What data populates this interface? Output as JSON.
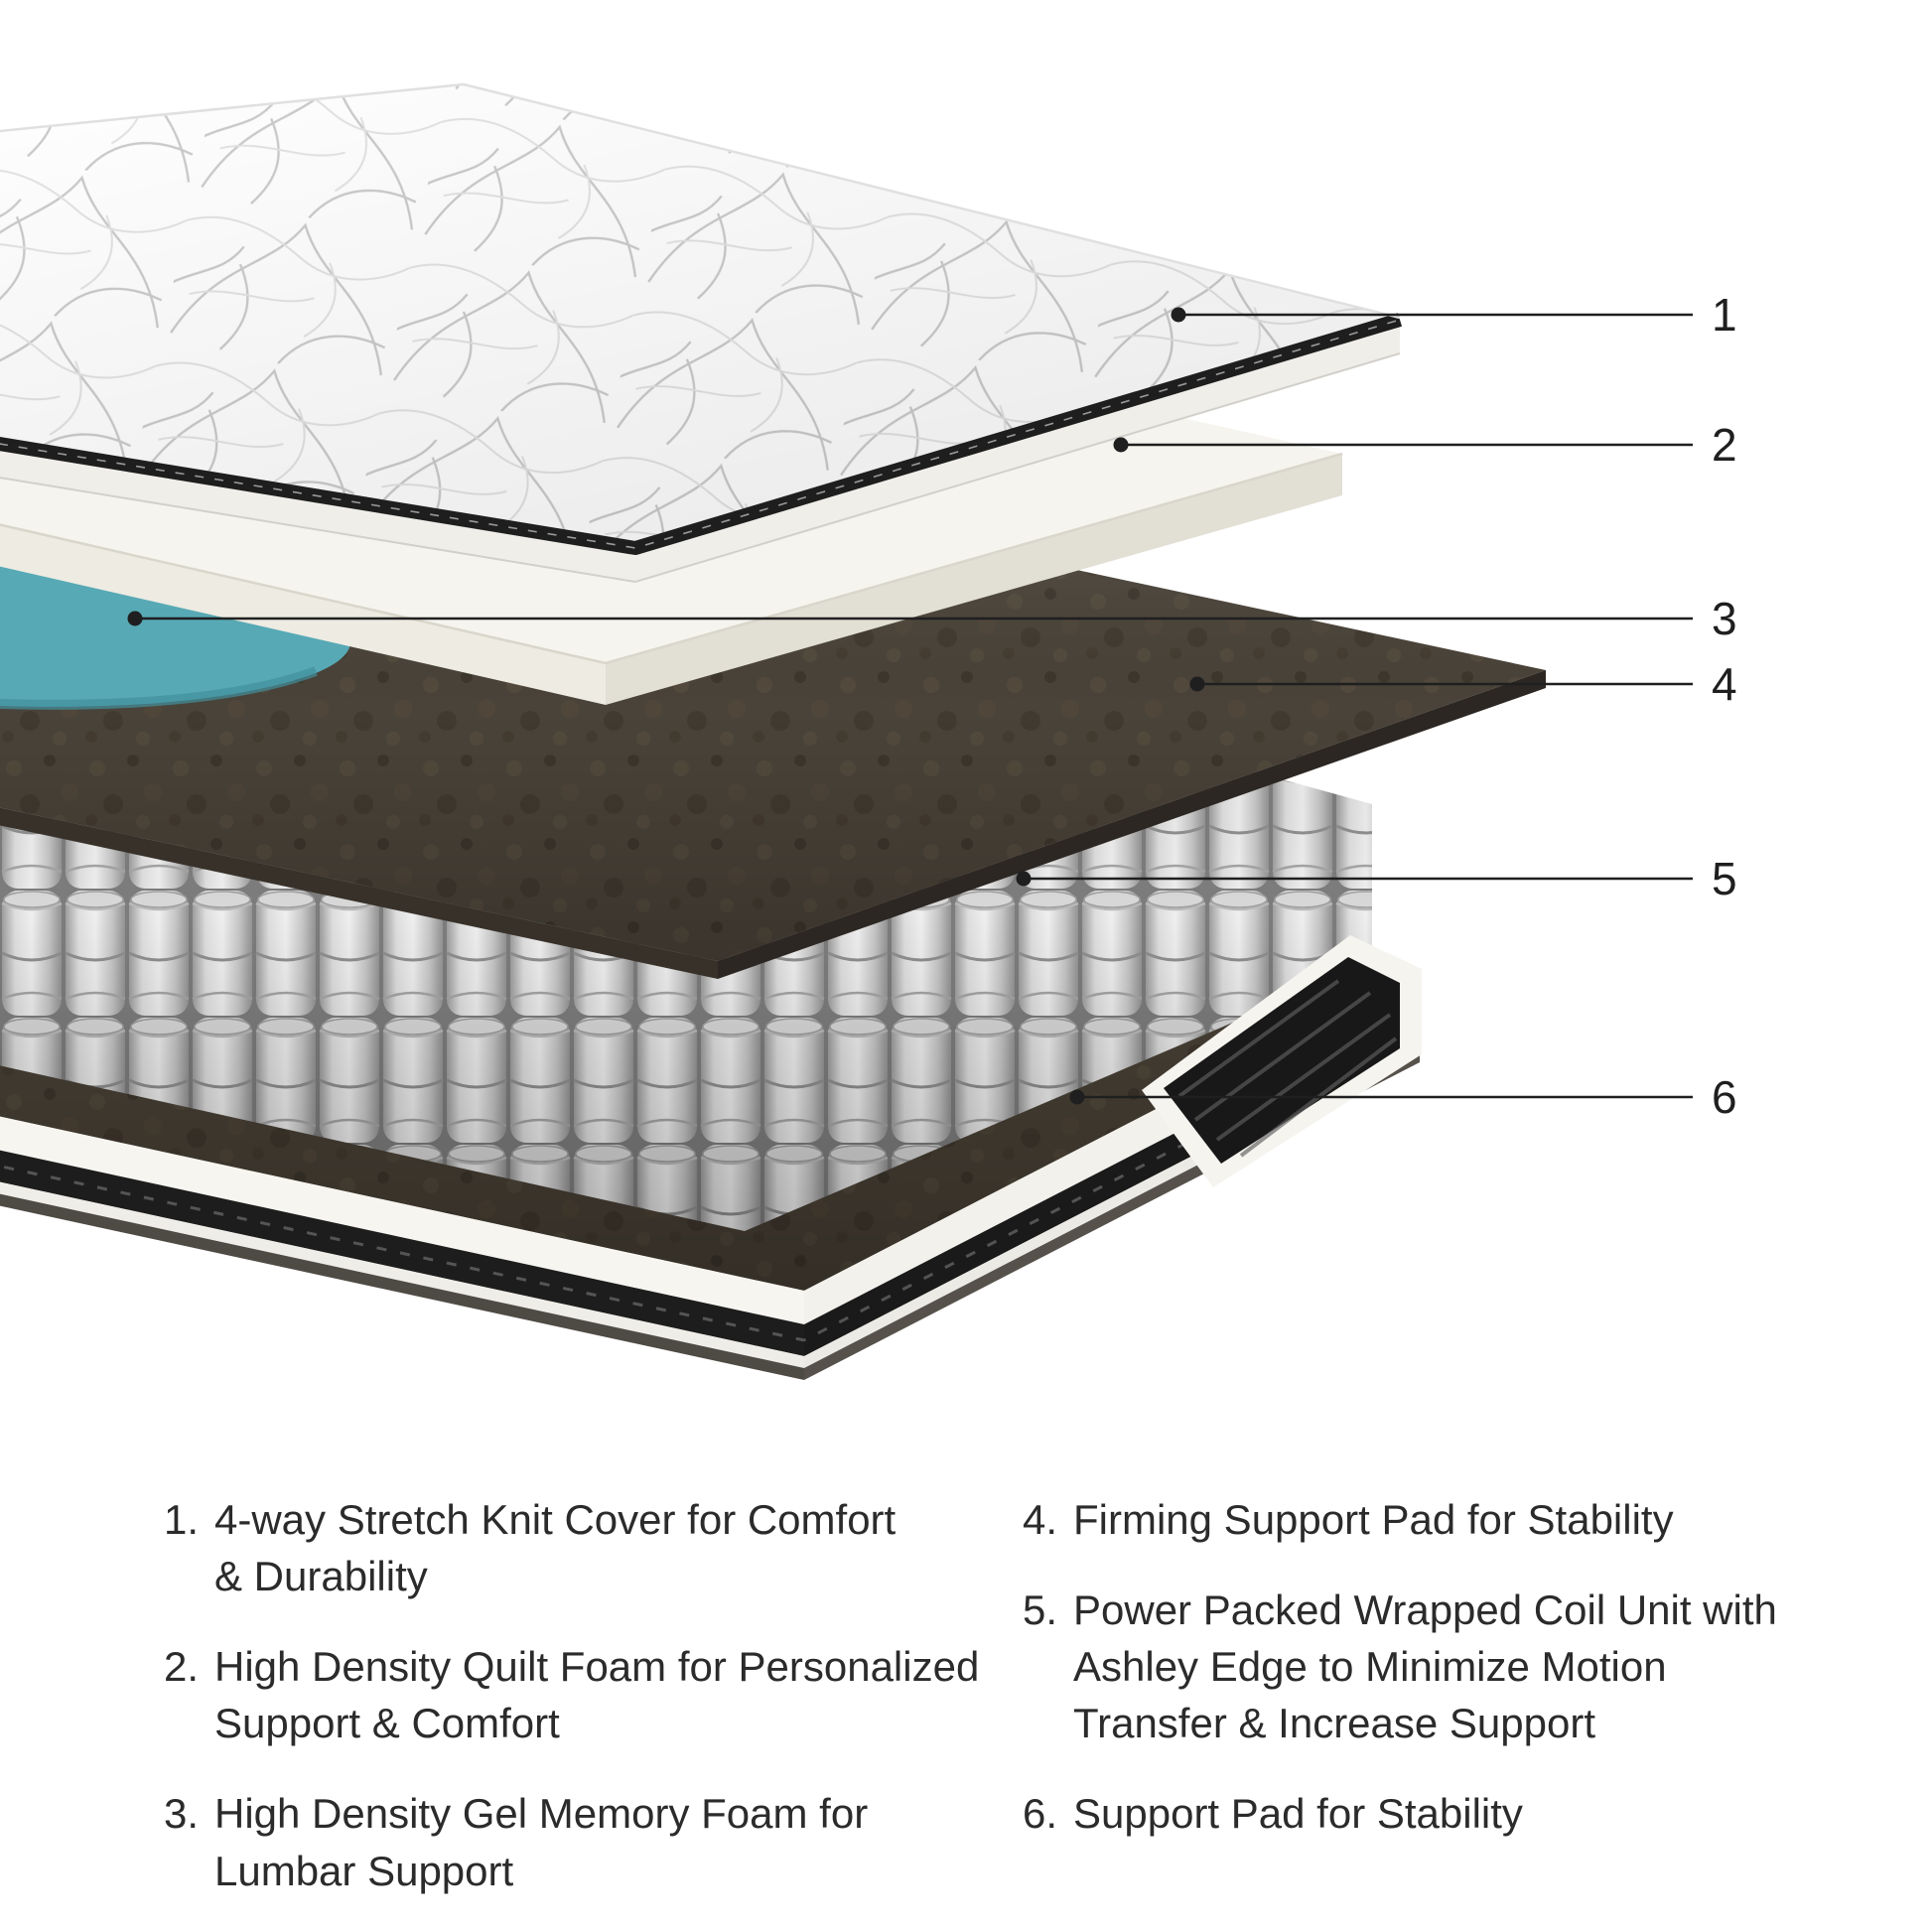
{
  "title": "Mattress exploded-layer diagram",
  "colors": {
    "background": "#ffffff",
    "callout_line": "#1f1f1f",
    "legend_text": "#2b2b2b",
    "knit_cover": "#ffffff",
    "quilt_foam": "#f6f4ee",
    "gel_memory_foam": "#57a9b5",
    "firming_pad": "#4a4339",
    "coil_gray": "#c9c9c9",
    "base_band_black": "#1a1a1a",
    "bottom_pad": "#423b31"
  },
  "callouts": [
    {
      "number": "1"
    },
    {
      "number": "2"
    },
    {
      "number": "3"
    },
    {
      "number": "4"
    },
    {
      "number": "5"
    },
    {
      "number": "6"
    }
  ],
  "legend": {
    "items": [
      {
        "number": "1.",
        "text": "4-way Stretch Knit Cover for Comfort\n& Durability"
      },
      {
        "number": "2.",
        "text": "High Density Quilt Foam for Personalized\nSupport & Comfort"
      },
      {
        "number": "3.",
        "text": "High Density Gel Memory Foam for\nLumbar Support"
      },
      {
        "number": "4.",
        "text": "Firming Support Pad for Stability"
      },
      {
        "number": "5.",
        "text": "Power Packed Wrapped Coil Unit with\nAshley Edge to Minimize Motion\nTransfer & Increase Support"
      },
      {
        "number": "6.",
        "text": "Support Pad for Stability"
      }
    ]
  }
}
